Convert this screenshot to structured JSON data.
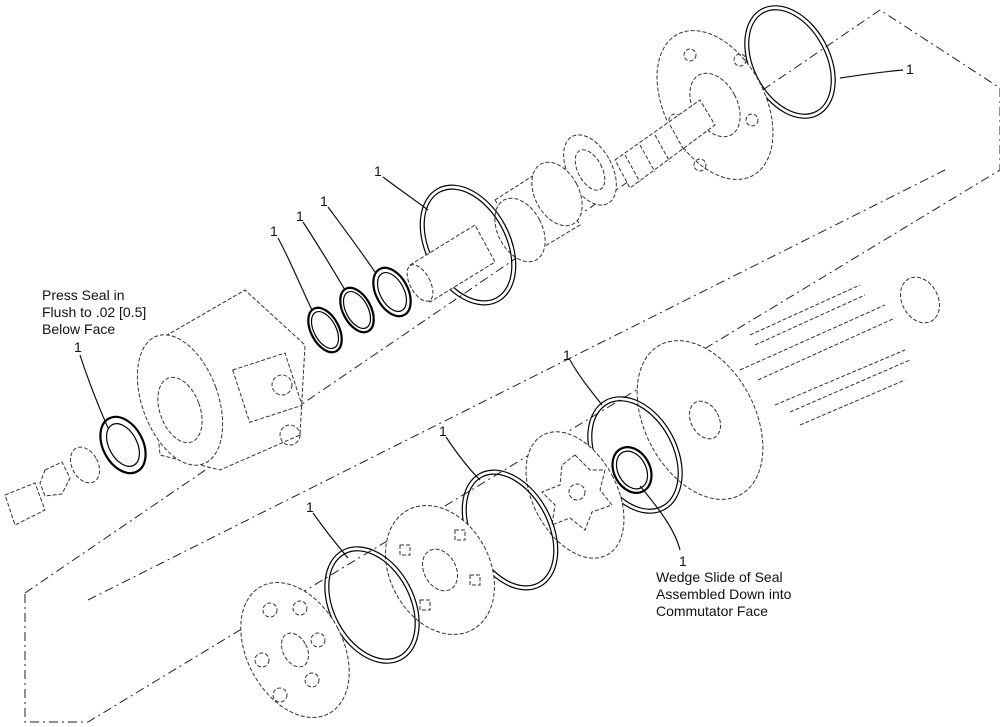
{
  "callout_number": "1",
  "notes": {
    "press_seal": [
      "Press Seal in",
      "Flush to .02 [0.5]",
      "Below Face"
    ],
    "wedge_slide": [
      "Wedge Slide of Seal",
      "Assembled Down into",
      "Commutator Face"
    ]
  }
}
